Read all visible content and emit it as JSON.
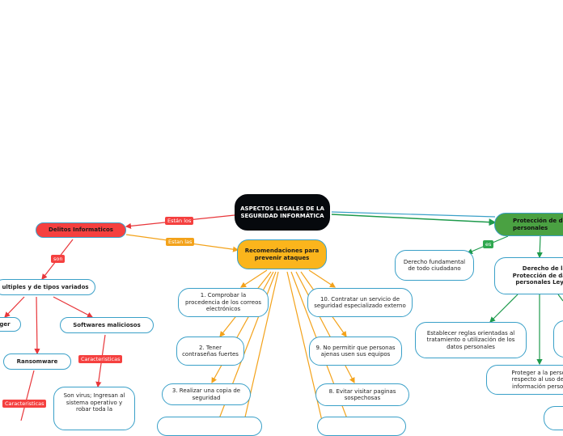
{
  "root": {
    "title": "ASPECTOS LEGALES DE LA SEGURIDAD INFORMÁTICA"
  },
  "delitos": {
    "title": "Delitos Informaticos",
    "link": "Están los",
    "son": "son",
    "multiples": "ultiples y de tipos variados",
    "ger": "ger",
    "ransomware": "Ransomware",
    "softwares": "Softwares maliciosos",
    "caracteristicas_1": "Caracteristicas",
    "caracteristicas_2": "Caracteristicas",
    "virus": "Son virus; Ingresan al sistema operativo y robar toda la"
  },
  "recomendaciones": {
    "title": "Recomendaciones para prevenir ataques",
    "link": "Estan las",
    "items": {
      "r1": "1. Comprobar la procedencia de los correos electrónicos",
      "r2": "2. Tener contraseñas fuertes",
      "r3": "3. Realizar una copia de seguridad",
      "r10": "10. Contratar un servicio de seguridad especializado externo",
      "r9": "9. No permitir que personas ajenas usen sus equipos",
      "r8": "8. Evitar visitar paginas sospechosas"
    }
  },
  "proteccion": {
    "title": "Protección de datos personales",
    "link": "es",
    "derecho_fundamental": "Derecho fundamental de todo ciudadano",
    "derecho_leyes": "Derecho de la Protección de datos personales Leyes:",
    "reglas": "Establecer reglas orientadas al tratamiento o utilización de los datos personales",
    "proteger": "Proteger a la persona respecto al uso de su información personal"
  }
}
